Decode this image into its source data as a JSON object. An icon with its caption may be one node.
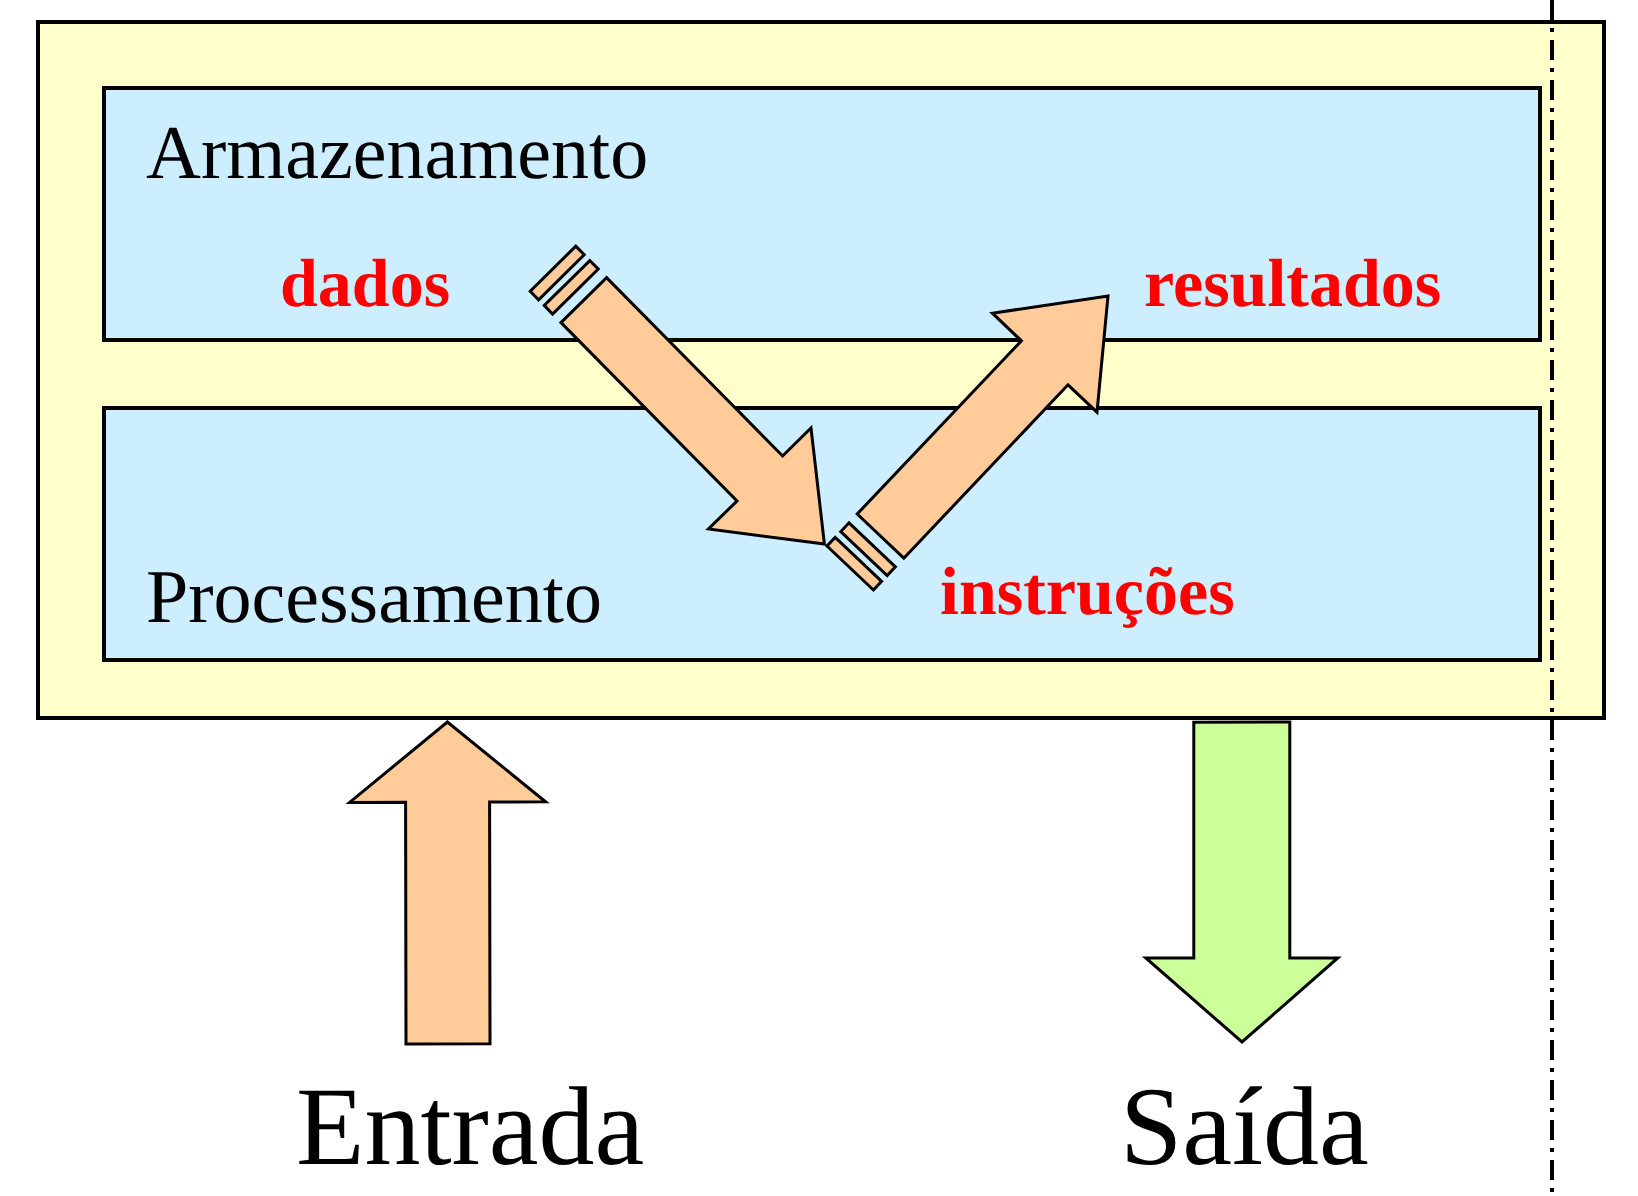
{
  "diagram": {
    "nodes": [
      {
        "text": [],
        "shape": "box"
      },
      {
        "text": [
          "Armazenamento"
        ],
        "in": 0
      },
      {
        "text": [
          "Processamento"
        ],
        "in": 0
      },
      {
        "text": [
          "Entrada"
        ]
      },
      {
        "text": [
          "Saída"
        ]
      }
    ],
    "edges": [
      {
        "from": 1,
        "to": 2,
        "arrow": "to"
      },
      {
        "from": 2,
        "to": 1,
        "arrow": "to"
      },
      {
        "from": 3,
        "to": 0,
        "arrow": "to"
      },
      {
        "from": 0,
        "to": 4,
        "arrow": "to",
        "color": "#ccff99"
      }
    ],
    "labels": [
      "dados",
      "resultados",
      "instruções"
    ]
  }
}
